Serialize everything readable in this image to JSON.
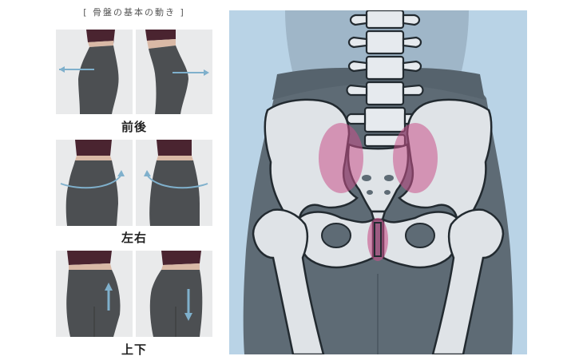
{
  "heading": "[ 骨盤の基本の動き ]",
  "movements": [
    {
      "label": "前後",
      "arrows": [
        "arrow-left",
        "arrow-right"
      ]
    },
    {
      "label": "左右",
      "arrows": [
        "rotate-right",
        "rotate-left"
      ]
    },
    {
      "label": "上下",
      "arrows": [
        "arrow-up",
        "arrow-down"
      ]
    }
  ],
  "illustration": {
    "subject": "pelvis-skeleton",
    "highlight_regions": [
      "left-sacroiliac-joint",
      "right-sacroiliac-joint",
      "pubic-symphysis"
    ]
  },
  "colors": {
    "background": "#b9d3e6",
    "leggings": "#5e6b75",
    "skin": "#9fb6c8",
    "bone": "#dfe3e7",
    "outline": "#222a30",
    "highlight": "#c8528a",
    "arrow": "#7fb0cc",
    "top": "#4a2430"
  }
}
